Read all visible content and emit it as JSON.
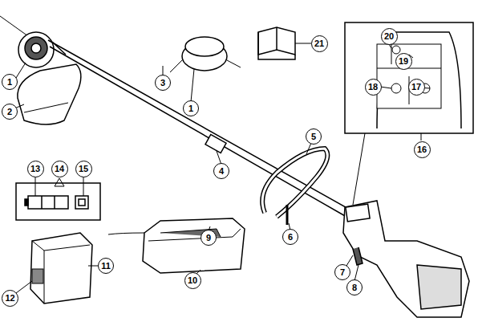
{
  "diagram": {
    "nodes": [
      {
        "text": [
          "1"
        ]
      },
      {
        "text": [
          "1"
        ]
      },
      {
        "text": [
          "21"
        ]
      },
      {
        "text": [
          "20"
        ]
      },
      {
        "text": [
          "19"
        ]
      },
      {
        "text": [
          "2"
        ]
      },
      {
        "text": [
          "3"
        ]
      },
      {
        "text": [
          "18"
        ]
      },
      {
        "text": [
          "17"
        ]
      },
      {
        "text": [
          "16"
        ]
      },
      {
        "text": [
          "13"
        ]
      },
      {
        "text": [
          "14"
        ]
      },
      {
        "text": [
          "15"
        ]
      },
      {
        "text": [
          "5"
        ]
      },
      {
        "text": [
          "4"
        ]
      },
      {
        "text": [
          "6"
        ]
      },
      {
        "text": [
          "9"
        ]
      },
      {
        "text": [
          "11"
        ]
      },
      {
        "text": [
          "7"
        ]
      },
      {
        "text": [
          "8"
        ]
      },
      {
        "text": [
          "12"
        ]
      },
      {
        "text": [
          "10"
        ]
      }
    ]
  }
}
